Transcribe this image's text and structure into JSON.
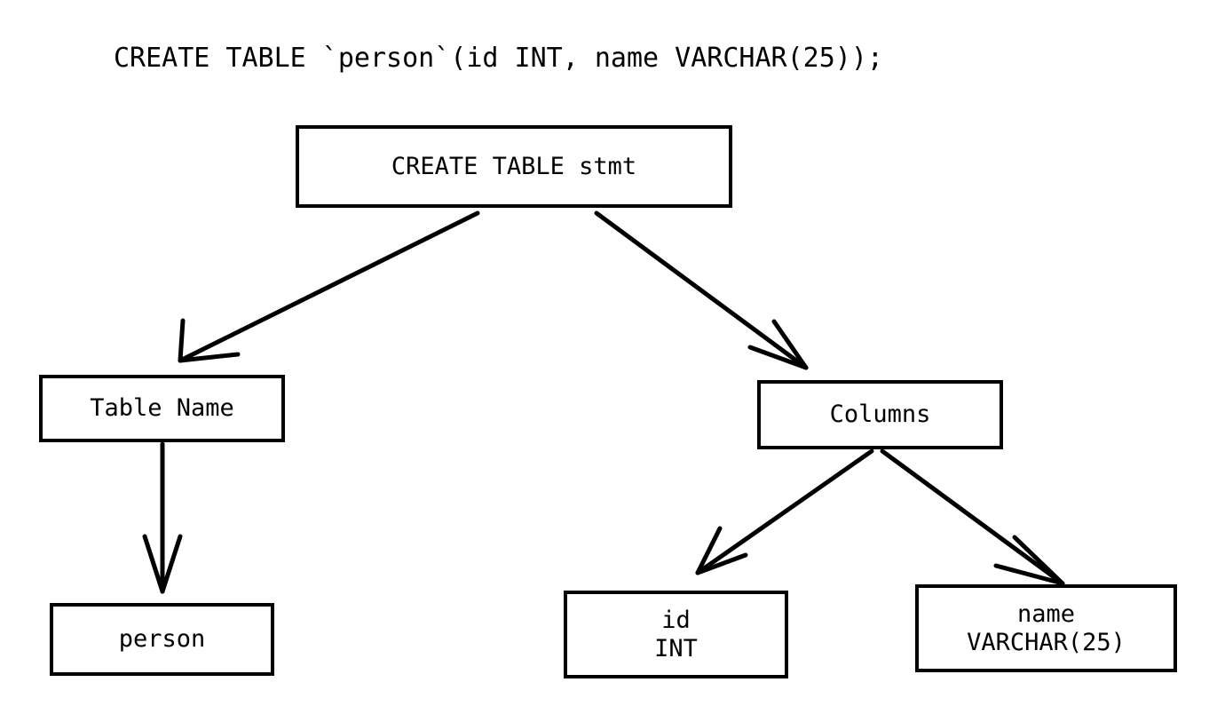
{
  "diagram": {
    "type": "parse-tree",
    "title": "CREATE TABLE `person`(id INT, name VARCHAR(25));",
    "background_color": "#ffffff",
    "stroke_color": "#000000",
    "nodes": [
      {
        "id": "root",
        "label": "CREATE TABLE stmt",
        "line2": ""
      },
      {
        "id": "tname",
        "label": "Table Name",
        "line2": ""
      },
      {
        "id": "columns",
        "label": "Columns",
        "line2": ""
      },
      {
        "id": "person",
        "label": "person",
        "line2": ""
      },
      {
        "id": "col_id",
        "label": "id",
        "line2": "INT"
      },
      {
        "id": "col_name",
        "label": "name",
        "line2": "VARCHAR(25)"
      }
    ],
    "edges": [
      {
        "from": "root",
        "to": "tname",
        "arrowhead": "open-v"
      },
      {
        "from": "root",
        "to": "columns",
        "arrowhead": "open-v"
      },
      {
        "from": "tname",
        "to": "person",
        "arrowhead": "open-v"
      },
      {
        "from": "columns",
        "to": "col_id",
        "arrowhead": "open-v"
      },
      {
        "from": "columns",
        "to": "col_name",
        "arrowhead": "open-v"
      }
    ]
  }
}
